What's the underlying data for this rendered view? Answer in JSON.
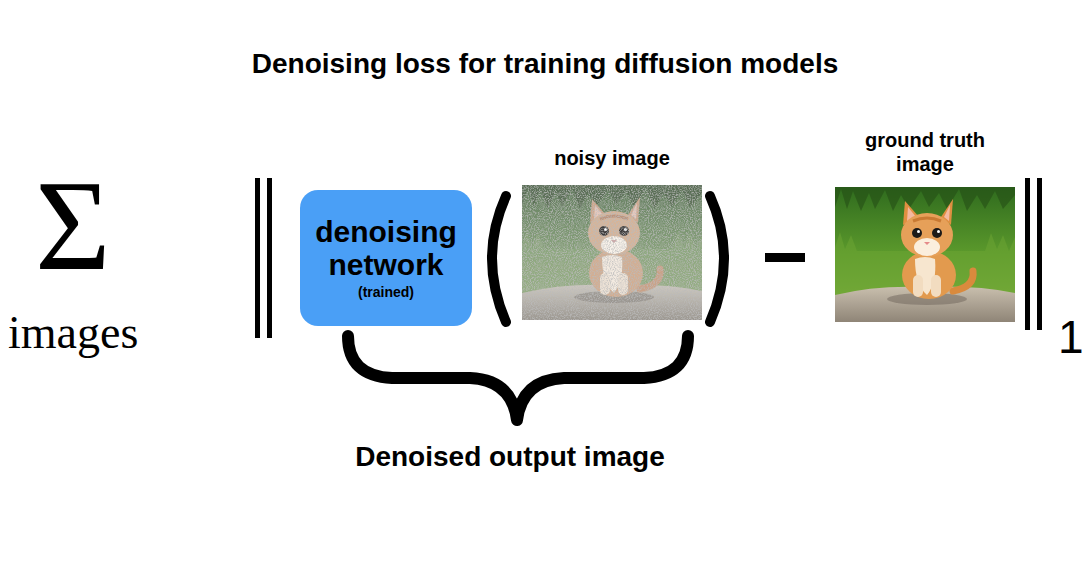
{
  "diagram": {
    "title": "Denoising loss for training diffusion models",
    "nodes": [
      {
        "text": [
          "denoising network",
          "(trained)"
        ]
      },
      {
        "text": [
          "noisy image"
        ]
      },
      {
        "text": [
          "ground truth image"
        ]
      }
    ],
    "labels": [
      "Σ",
      "images",
      "1",
      "Denoised output image"
    ]
  }
}
